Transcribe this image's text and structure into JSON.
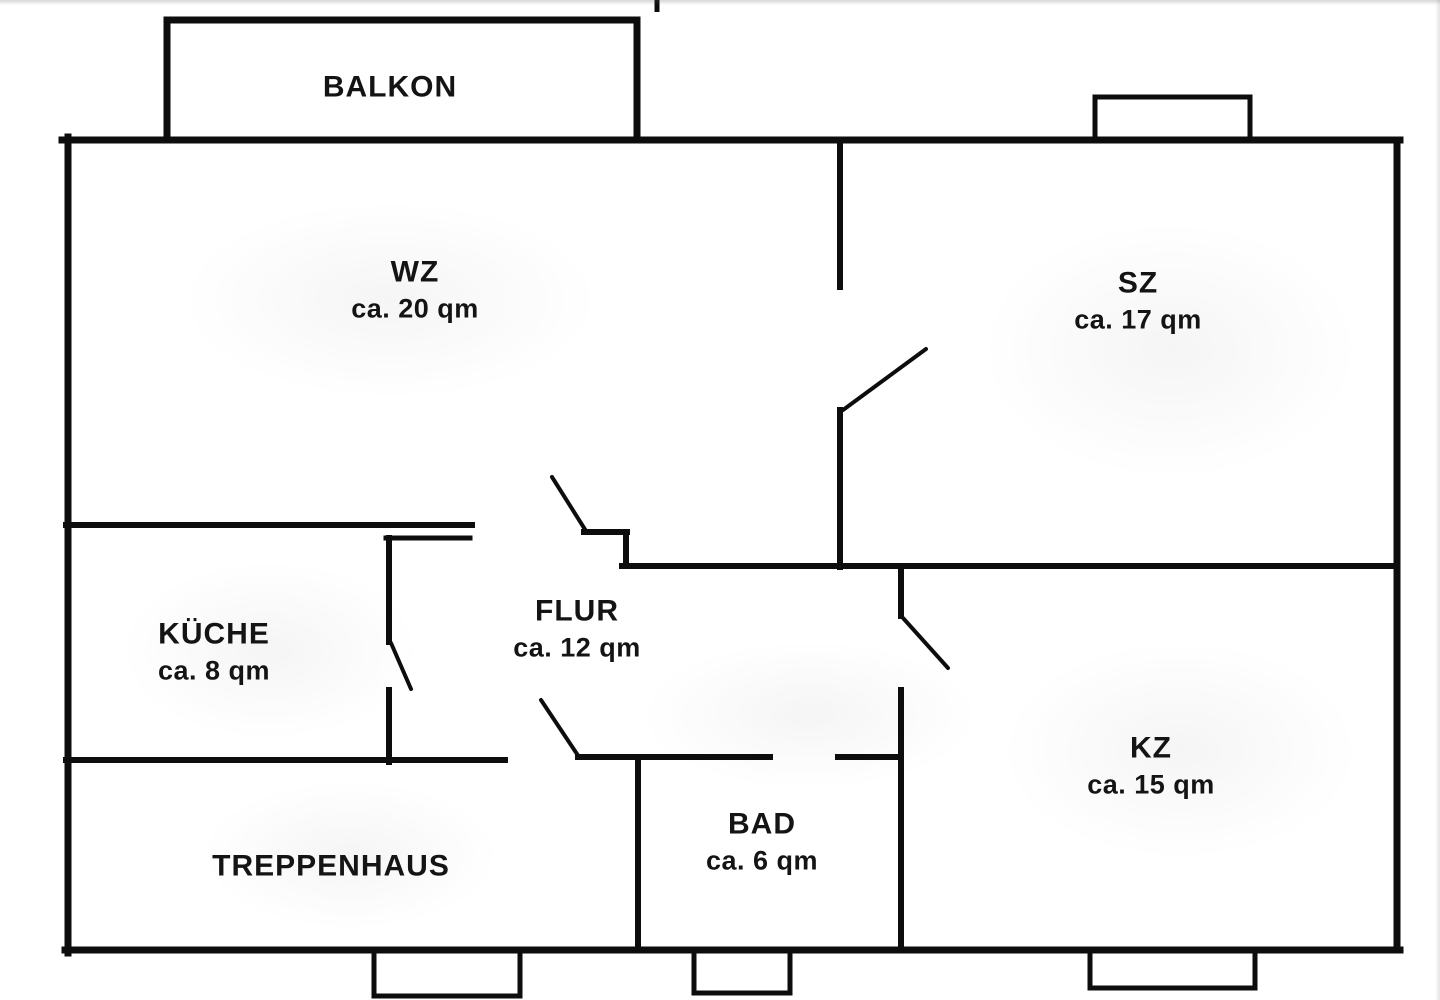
{
  "plan": {
    "line_color": "#0d0d0d",
    "background": "#ffffff"
  },
  "rooms": {
    "balkon": {
      "name": "BALKON"
    },
    "wz": {
      "name": "WZ",
      "area": "ca. 20 qm"
    },
    "sz": {
      "name": "SZ",
      "area": "ca. 17 qm"
    },
    "kueche": {
      "name": "KÜCHE",
      "area": "ca. 8 qm"
    },
    "flur": {
      "name": "FLUR",
      "area": "ca. 12 qm"
    },
    "kz": {
      "name": "KZ",
      "area": "ca. 15 qm"
    },
    "bad": {
      "name": "BAD",
      "area": "ca. 6 qm"
    },
    "treppenhaus": {
      "name": "TREPPENHAUS"
    }
  }
}
